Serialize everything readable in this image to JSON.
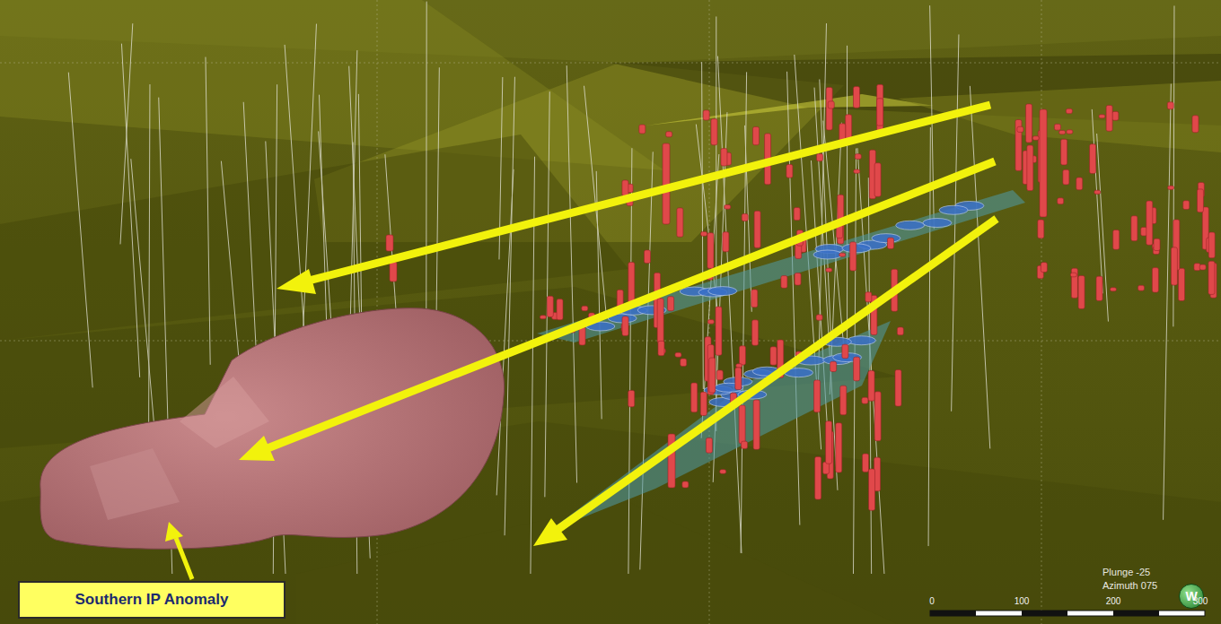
{
  "diagram": {
    "nodes": [
      {
        "text": [
          "Southern IP Anomaly"
        ]
      },
      {
        "text": [
          "W"
        ]
      }
    ],
    "labels": [
      "Plunge -25",
      "Azimuth 075",
      "0",
      "100",
      "200",
      "300"
    ]
  }
}
